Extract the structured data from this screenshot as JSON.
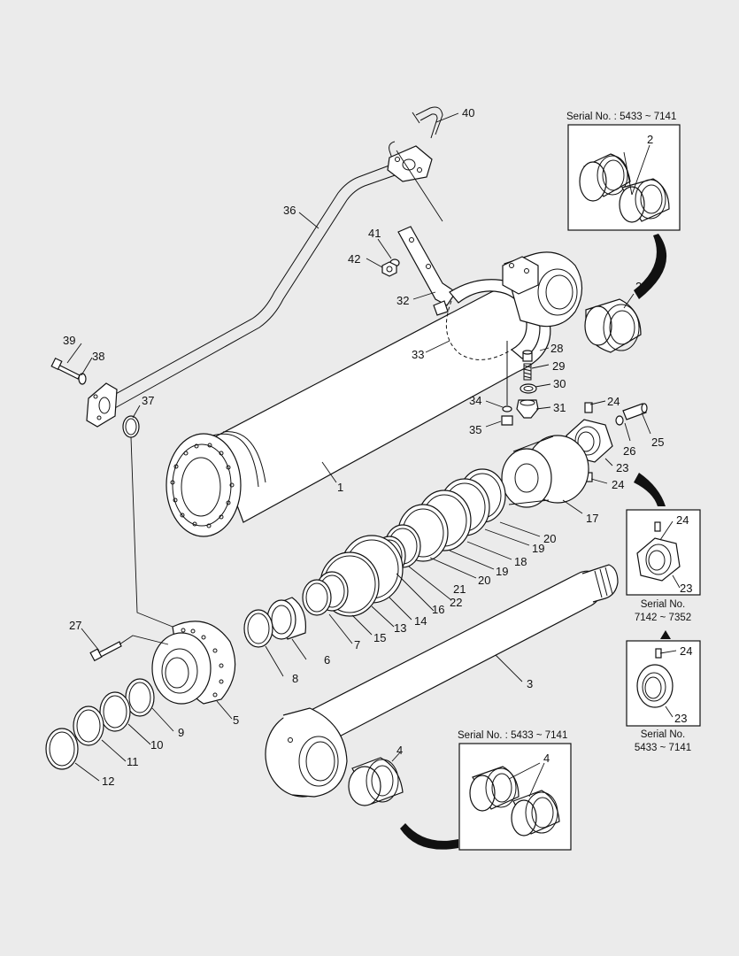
{
  "serial_labels": {
    "top_box": "Serial No. : 5433 ~ 7141",
    "bottom_box": "Serial No. : 5433 ~ 7141",
    "nut_box_1_line1": "Serial No.",
    "nut_box_1_line2": "7142 ~ 7352",
    "nut_box_2_line1": "Serial No.",
    "nut_box_2_line2": "5433 ~ 7141"
  },
  "callouts": {
    "c1": "1",
    "c2a": "2",
    "c2b": "2",
    "c3": "3",
    "c4a": "4",
    "c4b": "4",
    "c5": "5",
    "c6": "6",
    "c7": "7",
    "c8": "8",
    "c9": "9",
    "c10": "10",
    "c11": "11",
    "c12": "12",
    "c13": "13",
    "c14": "14",
    "c15": "15",
    "c16": "16",
    "c17": "17",
    "c18": "18",
    "c19a": "19",
    "c19b": "19",
    "c20a": "20",
    "c20b": "20",
    "c21": "21",
    "c22": "22",
    "c23a": "23",
    "c23b": "23",
    "c23c": "23",
    "c24a": "24",
    "c24b": "24",
    "c24c": "24",
    "c24d": "24",
    "c25": "25",
    "c26": "26",
    "c27": "27",
    "c28": "28",
    "c29": "29",
    "c30": "30",
    "c31": "31",
    "c32": "32",
    "c33": "33",
    "c34": "34",
    "c35": "35",
    "c36": "36",
    "c37": "37",
    "c38": "38",
    "c39": "39",
    "c40": "40",
    "c41": "41",
    "c42": "42"
  },
  "colors": {
    "background": "#ebebeb",
    "line": "#111111",
    "fill": "#ffffff"
  }
}
